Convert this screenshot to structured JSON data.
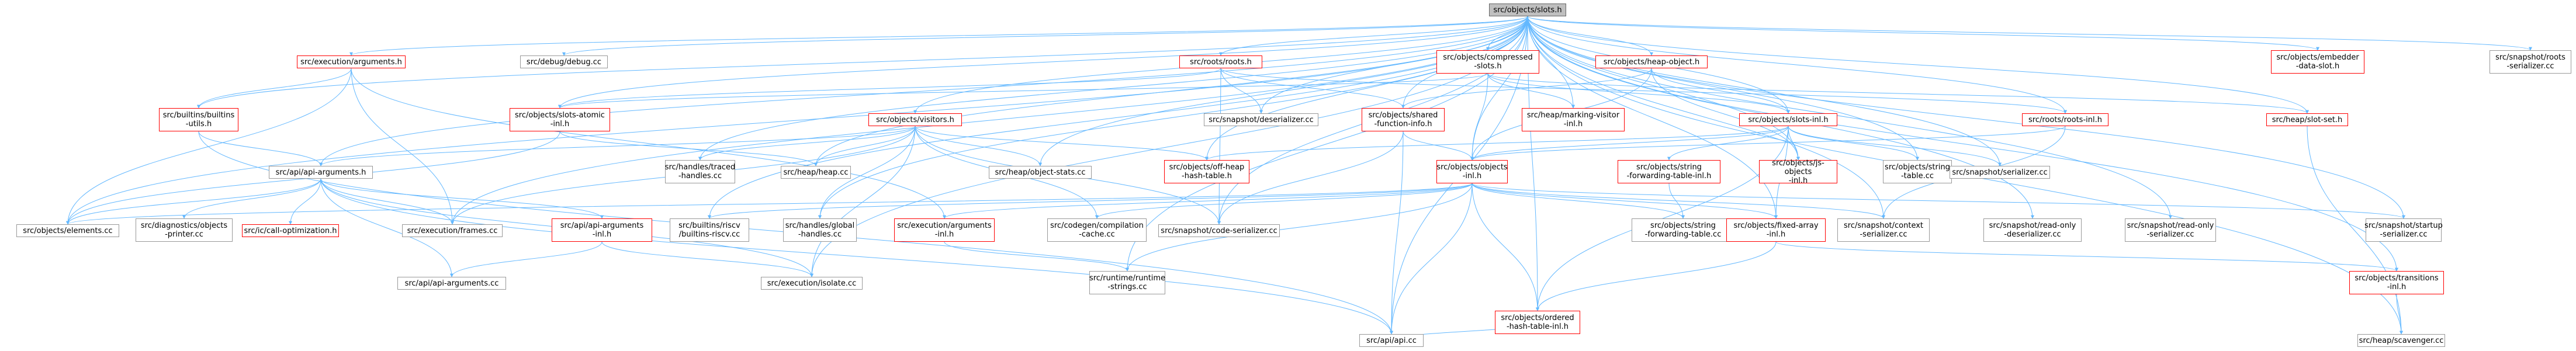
{
  "graph": {
    "edge_color": "#63b8ff",
    "highlight_color": "#bfbfbf",
    "red_border": "#ff0000",
    "nodes": [
      {
        "id": "root",
        "label": "src/objects/slots.h"
      },
      {
        "id": "exec_args",
        "label": "src/execution/arguments.h"
      },
      {
        "id": "debug",
        "label": "src/debug/debug.cc"
      },
      {
        "id": "roots",
        "label": "src/roots/roots.h"
      },
      {
        "id": "compressed",
        "label": "src/objects/compressed\n-slots.h"
      },
      {
        "id": "heap_object",
        "label": "src/objects/heap-object.h"
      },
      {
        "id": "embedder",
        "label": "src/objects/embedder\n-data-slot.h"
      },
      {
        "id": "snap_roots",
        "label": "src/snapshot/roots\n-serializer.cc"
      },
      {
        "id": "builtins_utils",
        "label": "src/builtins/builtins\n-utils.h"
      },
      {
        "id": "slots_atomic",
        "label": "src/objects/slots-atomic\n-inl.h"
      },
      {
        "id": "visitors",
        "label": "src/objects/visitors.h"
      },
      {
        "id": "snap_deser",
        "label": "src/snapshot/deserializer.cc"
      },
      {
        "id": "shared_fn",
        "label": "src/objects/shared\n-function-info.h"
      },
      {
        "id": "marking_visitor",
        "label": "src/heap/marking-visitor\n-inl.h"
      },
      {
        "id": "slots_inl",
        "label": "src/objects/slots-inl.h"
      },
      {
        "id": "roots_inl",
        "label": "src/roots/roots-inl.h"
      },
      {
        "id": "slot_set",
        "label": "src/heap/slot-set.h"
      },
      {
        "id": "api_args_h",
        "label": "src/api/api-arguments.h"
      },
      {
        "id": "traced_handles",
        "label": "src/handles/traced\n-handles.cc"
      },
      {
        "id": "heap_cc",
        "label": "src/heap/heap.cc"
      },
      {
        "id": "object_stats",
        "label": "src/heap/object-stats.cc"
      },
      {
        "id": "off_heap",
        "label": "src/objects/off-heap\n-hash-table.h"
      },
      {
        "id": "objects_inl",
        "label": "src/objects/objects\n-inl.h"
      },
      {
        "id": "string_fwd_inl",
        "label": "src/objects/string\n-forwarding-table-inl.h"
      },
      {
        "id": "js_objects",
        "label": "src/objects/js-objects\n-inl.h"
      },
      {
        "id": "string_table",
        "label": "src/objects/string\n-table.cc"
      },
      {
        "id": "snap_ser",
        "label": "src/snapshot/serializer.cc"
      },
      {
        "id": "elements",
        "label": "src/objects/elements.cc"
      },
      {
        "id": "diag_printer",
        "label": "src/diagnostics/objects\n-printer.cc"
      },
      {
        "id": "ic_call",
        "label": "src/ic/call-optimization.h"
      },
      {
        "id": "exec_frames",
        "label": "src/execution/frames.cc"
      },
      {
        "id": "api_args_inl",
        "label": "src/api/api-arguments\n-inl.h"
      },
      {
        "id": "builtins_riscv",
        "label": "src/builtins/riscv\n/builtins-riscv.cc"
      },
      {
        "id": "global_handles",
        "label": "src/handles/global\n-handles.cc"
      },
      {
        "id": "exec_args_inl",
        "label": "src/execution/arguments\n-inl.h"
      },
      {
        "id": "compilation_cache",
        "label": "src/codegen/compilation\n-cache.cc"
      },
      {
        "id": "code_ser",
        "label": "src/snapshot/code-serializer.cc"
      },
      {
        "id": "string_fwd_cc",
        "label": "src/objects/string\n-forwarding-table.cc"
      },
      {
        "id": "fixed_array",
        "label": "src/objects/fixed-array\n-inl.h"
      },
      {
        "id": "snap_context",
        "label": "src/snapshot/context\n-serializer.cc"
      },
      {
        "id": "ro_deser",
        "label": "src/snapshot/read-only\n-deserializer.cc"
      },
      {
        "id": "ro_ser",
        "label": "src/snapshot/read-only\n-serializer.cc"
      },
      {
        "id": "startup_ser",
        "label": "src/snapshot/startup\n-serializer.cc"
      },
      {
        "id": "api_args_cc",
        "label": "src/api/api-arguments.cc"
      },
      {
        "id": "isolate",
        "label": "src/execution/isolate.cc"
      },
      {
        "id": "runtime_strings",
        "label": "src/runtime/runtime\n-strings.cc"
      },
      {
        "id": "ordered_hash",
        "label": "src/objects/ordered\n-hash-table-inl.h"
      },
      {
        "id": "transitions",
        "label": "src/objects/transitions\n-inl.h"
      },
      {
        "id": "api_cc",
        "label": "src/api/api.cc"
      },
      {
        "id": "scavenger",
        "label": "src/heap/scavenger.cc"
      }
    ]
  }
}
